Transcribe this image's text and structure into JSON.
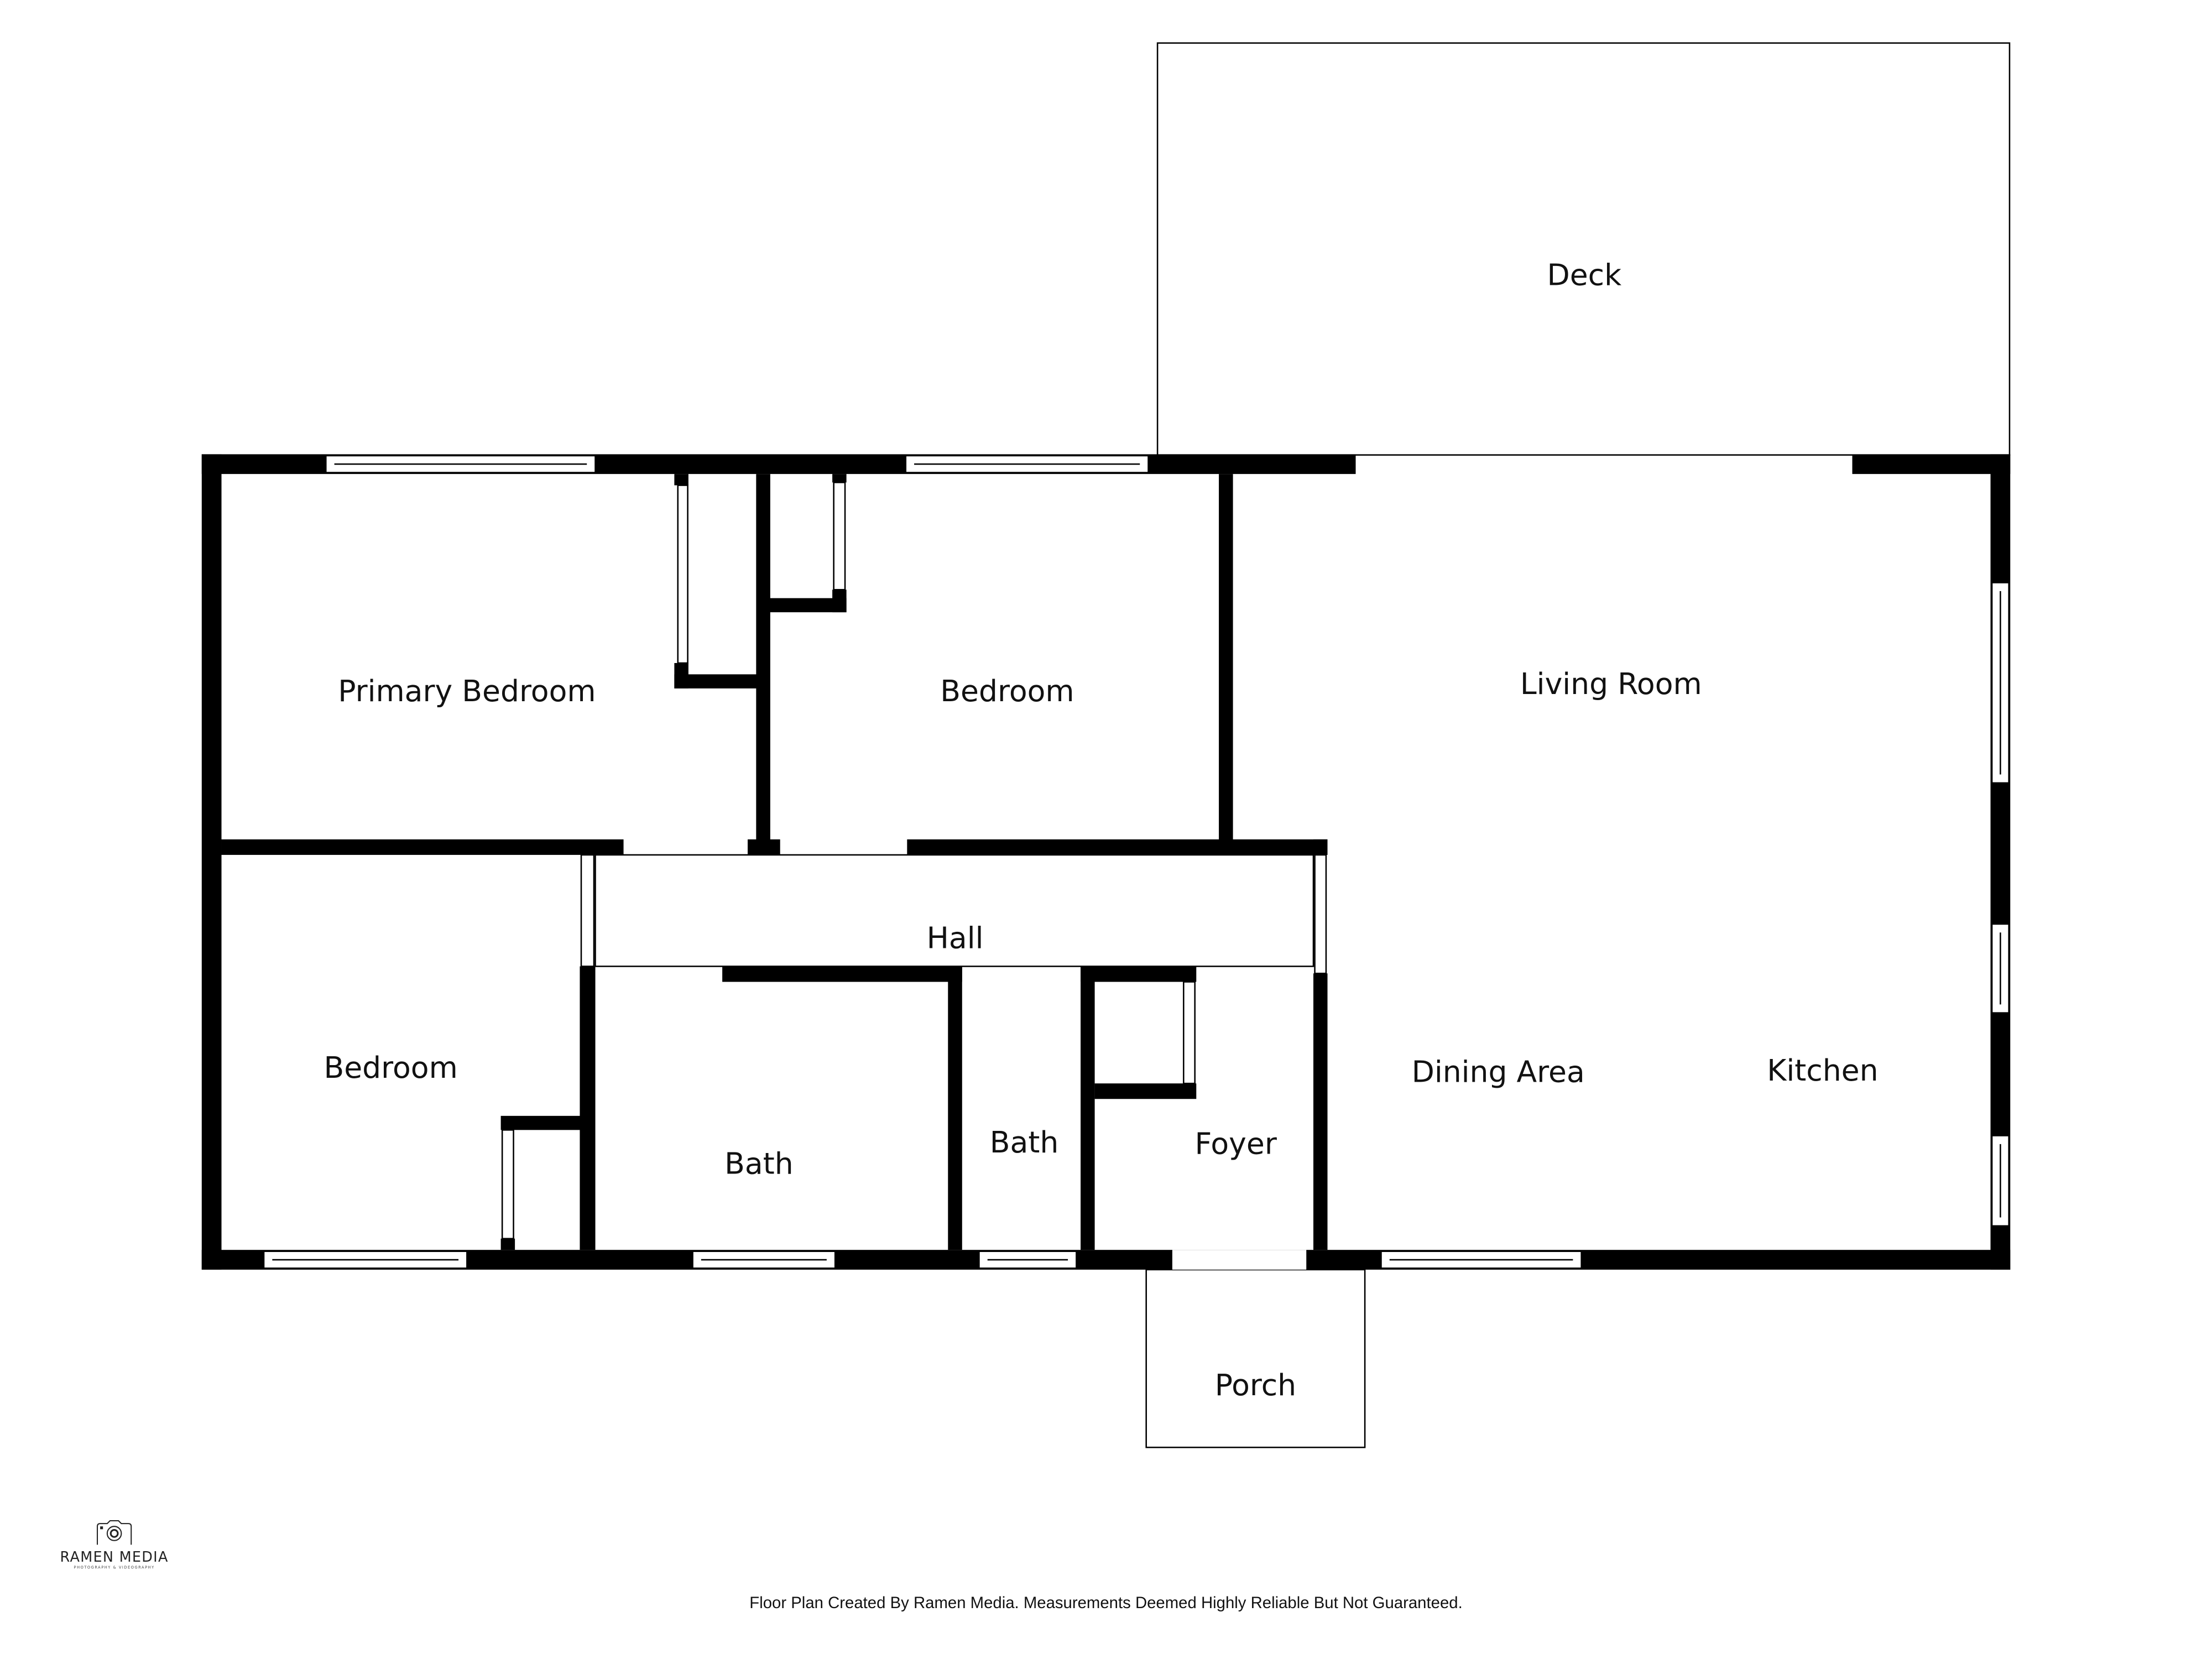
{
  "rooms": {
    "deck": "Deck",
    "primary_bedroom": "Primary Bedroom",
    "bedroom_upper": "Bedroom",
    "living_room": "Living Room",
    "hall": "Hall",
    "bedroom_lower": "Bedroom",
    "bath_1": "Bath",
    "bath_2": "Bath",
    "foyer": "Foyer",
    "dining_area": "Dining Area",
    "kitchen": "Kitchen",
    "porch": "Porch"
  },
  "logo": {
    "name": "RAMEN MEDIA",
    "tagline": "PHOTOGRAPHY & VIDEOGRAPHY"
  },
  "footer": "Floor Plan Created By Ramen Media. Measurements Deemed Highly Reliable But Not Guaranteed."
}
